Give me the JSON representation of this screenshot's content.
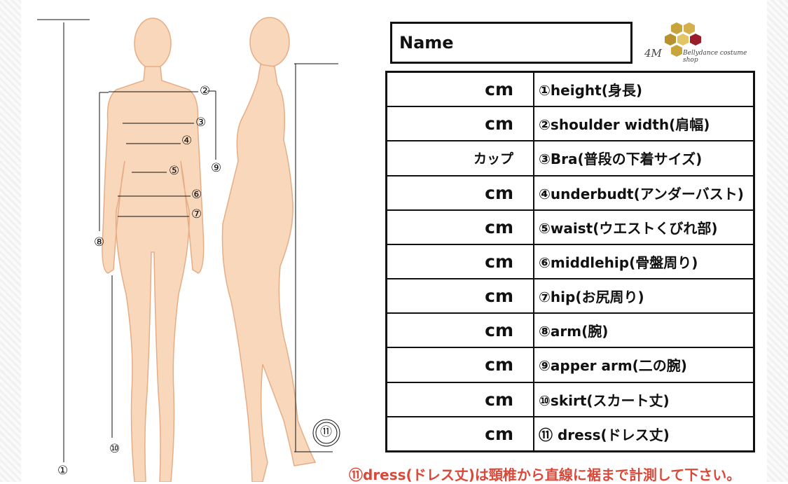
{
  "header": {
    "name_label": "Name"
  },
  "logo": {
    "mark": "4M",
    "tagline": "Bellydance costume shop"
  },
  "diagram_markers": [
    "①",
    "②",
    "③",
    "④",
    "⑤",
    "⑥",
    "⑦",
    "⑧",
    "⑨",
    "⑩",
    "⑪"
  ],
  "rows": [
    {
      "unit": "cm",
      "label": "①height(身長)"
    },
    {
      "unit": "cm",
      "label": "②shoulder width(肩幅)"
    },
    {
      "unit": "カップ",
      "label": "③Bra(普段の下着サイズ)"
    },
    {
      "unit": "cm",
      "label": "④underbudt(アンダーバスト)"
    },
    {
      "unit": "cm",
      "label": "⑤waist(ウエストくびれ部)"
    },
    {
      "unit": "cm",
      "label": "⑥middlehip(骨盤周り)"
    },
    {
      "unit": "cm",
      "label": "⑦hip(お尻周り)"
    },
    {
      "unit": "cm",
      "label": "⑧arm(腕)"
    },
    {
      "unit": "cm",
      "label": "⑨apper arm(二の腕)"
    },
    {
      "unit": "cm",
      "label": "⑩skirt(スカート丈)"
    },
    {
      "unit": "cm",
      "label": "⑪ dress(ドレス丈)"
    }
  ],
  "note": "⑪dress(ドレス丈)は頸椎から直線に裾まで計測して下さい。",
  "colors": {
    "skin": "#f8d7bb",
    "outline": "#e6ad86",
    "note": "#d9493a",
    "gold": "#c9a43a",
    "ruby": "#9b1c2a"
  }
}
